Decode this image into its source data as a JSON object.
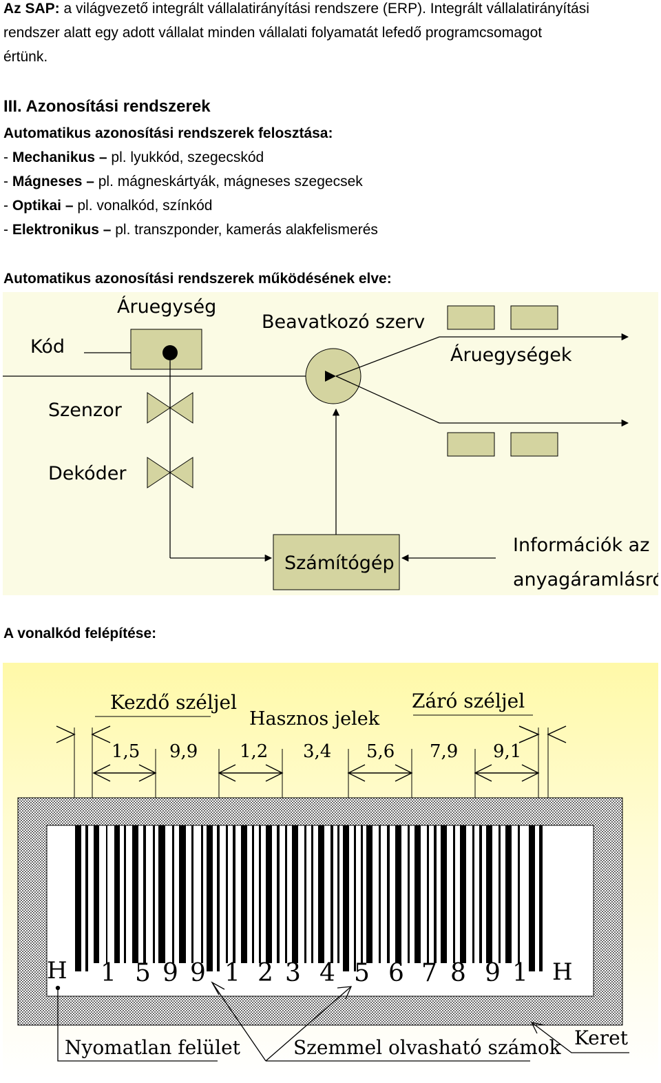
{
  "intro": {
    "lead_bold": "Az SAP:",
    "lead_rest": " a világvezető integrált vállalatirányítási rendszere (ERP). Integrált vállalatirányítási",
    "line2": "rendszer alatt egy adott vállalat minden vállalati folyamatát lefedő programcsomagot",
    "line3": "értünk."
  },
  "section": {
    "title": "III. Azonosítási rendszerek",
    "subtitle": "Automatikus azonosítási rendszerek felosztása:",
    "items": [
      {
        "dash": "- ",
        "name": "Mechanikus",
        "sep": " – ",
        "desc": "pl. lyukkód, szegecskód"
      },
      {
        "dash": "- ",
        "name": "Mágneses",
        "sep": " – ",
        "desc": "pl. mágneskártyák, mágneses szegecsek"
      },
      {
        "dash": "- ",
        "name": "Optikai",
        "sep": " – ",
        "desc": "pl. vonalkód, színkód"
      },
      {
        "dash": "- ",
        "name": "Elektronikus",
        "sep": " – ",
        "desc": "pl. transzponder, kamerás alakfelismerés"
      }
    ],
    "principle_title": "Automatikus azonosítási rendszerek működésének elve:",
    "barcode_title": "A vonalkód felépítése:"
  },
  "diagram1": {
    "background": "#fbfbe4",
    "box_fill": "#d4d4a0",
    "labels": {
      "unit": "Áruegység",
      "code": "Kód",
      "actuator": "Beavatkozó szerv",
      "units": "Áruegységek",
      "sensor": "Szenzor",
      "decoder": "Dekóder",
      "computer": "Számítógép",
      "info_line1": "Információk az",
      "info_line2": "anyagáramlásról"
    }
  },
  "diagram2": {
    "background_top": "#fff9a8",
    "labels": {
      "start_margin": "Kezdő széljel",
      "useful_signals": "Hasznos jelek",
      "end_margin": "Záró széljel",
      "unprinted_surface": "Nyomatlan felület",
      "readable_digits": "Szemmel olvasható számok",
      "frame": "Keret"
    },
    "widths": [
      "1,5",
      "9,9",
      "1,2",
      "3,4",
      "5,6",
      "7,9",
      "9,1"
    ],
    "digits": [
      "1",
      "5",
      "9",
      "9",
      "1",
      "2",
      "3",
      "4",
      "5",
      "6",
      "7",
      "8",
      "9",
      "1"
    ],
    "h_left": "H",
    "h_right": "H"
  }
}
